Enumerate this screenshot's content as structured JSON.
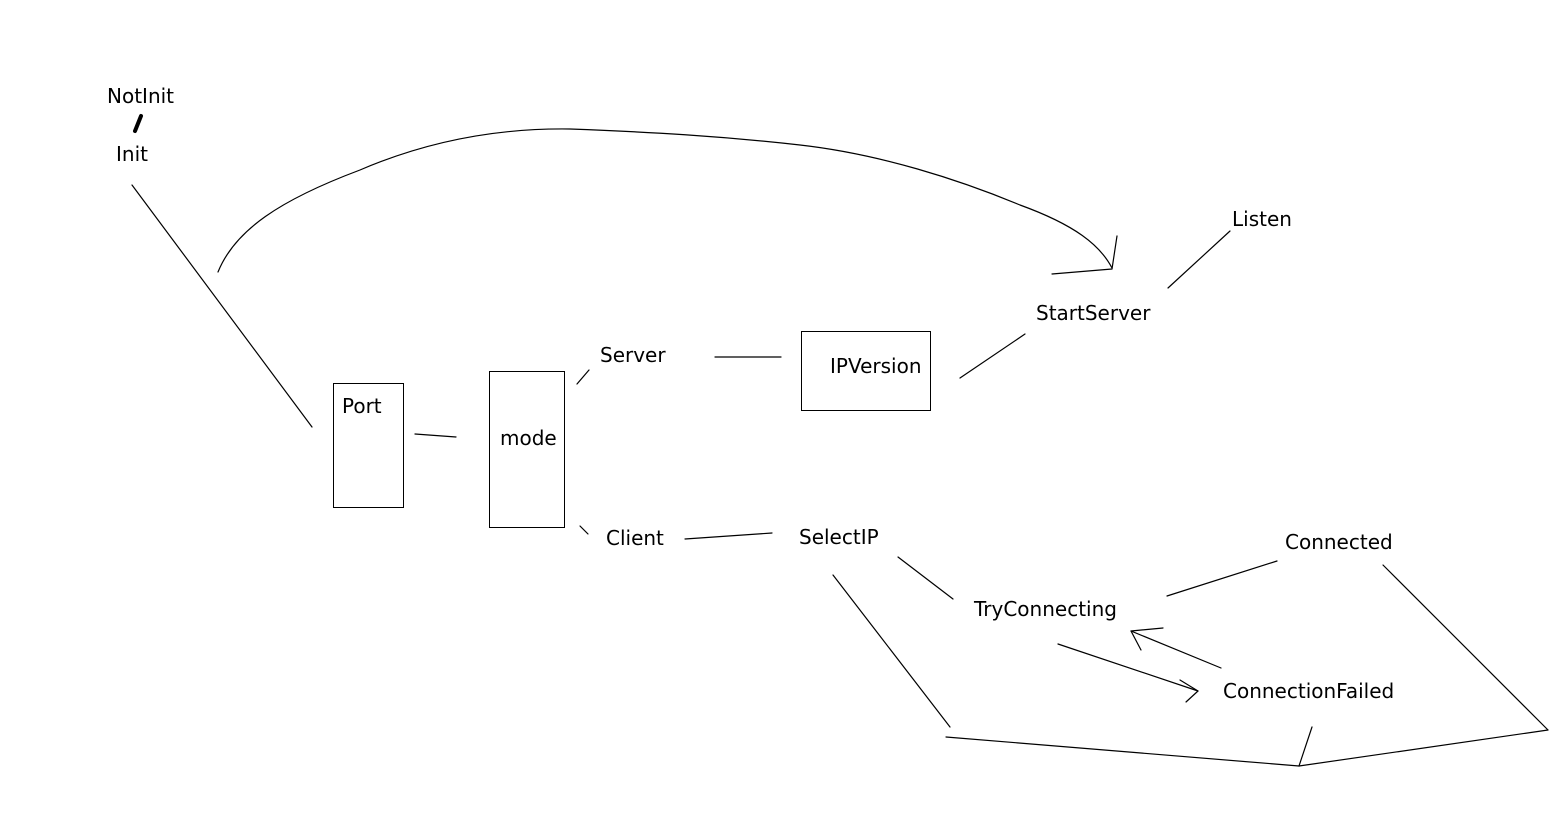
{
  "nodes": {
    "notinit": "NotInit",
    "init": "Init",
    "port": "Port",
    "mode": "mode",
    "server": "Server",
    "client": "Client",
    "ipversion": "IPVersion",
    "startserver": "StartServer",
    "listen": "Listen",
    "selectip": "SelectIP",
    "tryconnecting": "TryConnecting",
    "connected": "Connected",
    "connectionfailed": "ConnectionFailed"
  },
  "colors": {
    "ink": "#000000",
    "background": "#ffffff"
  }
}
